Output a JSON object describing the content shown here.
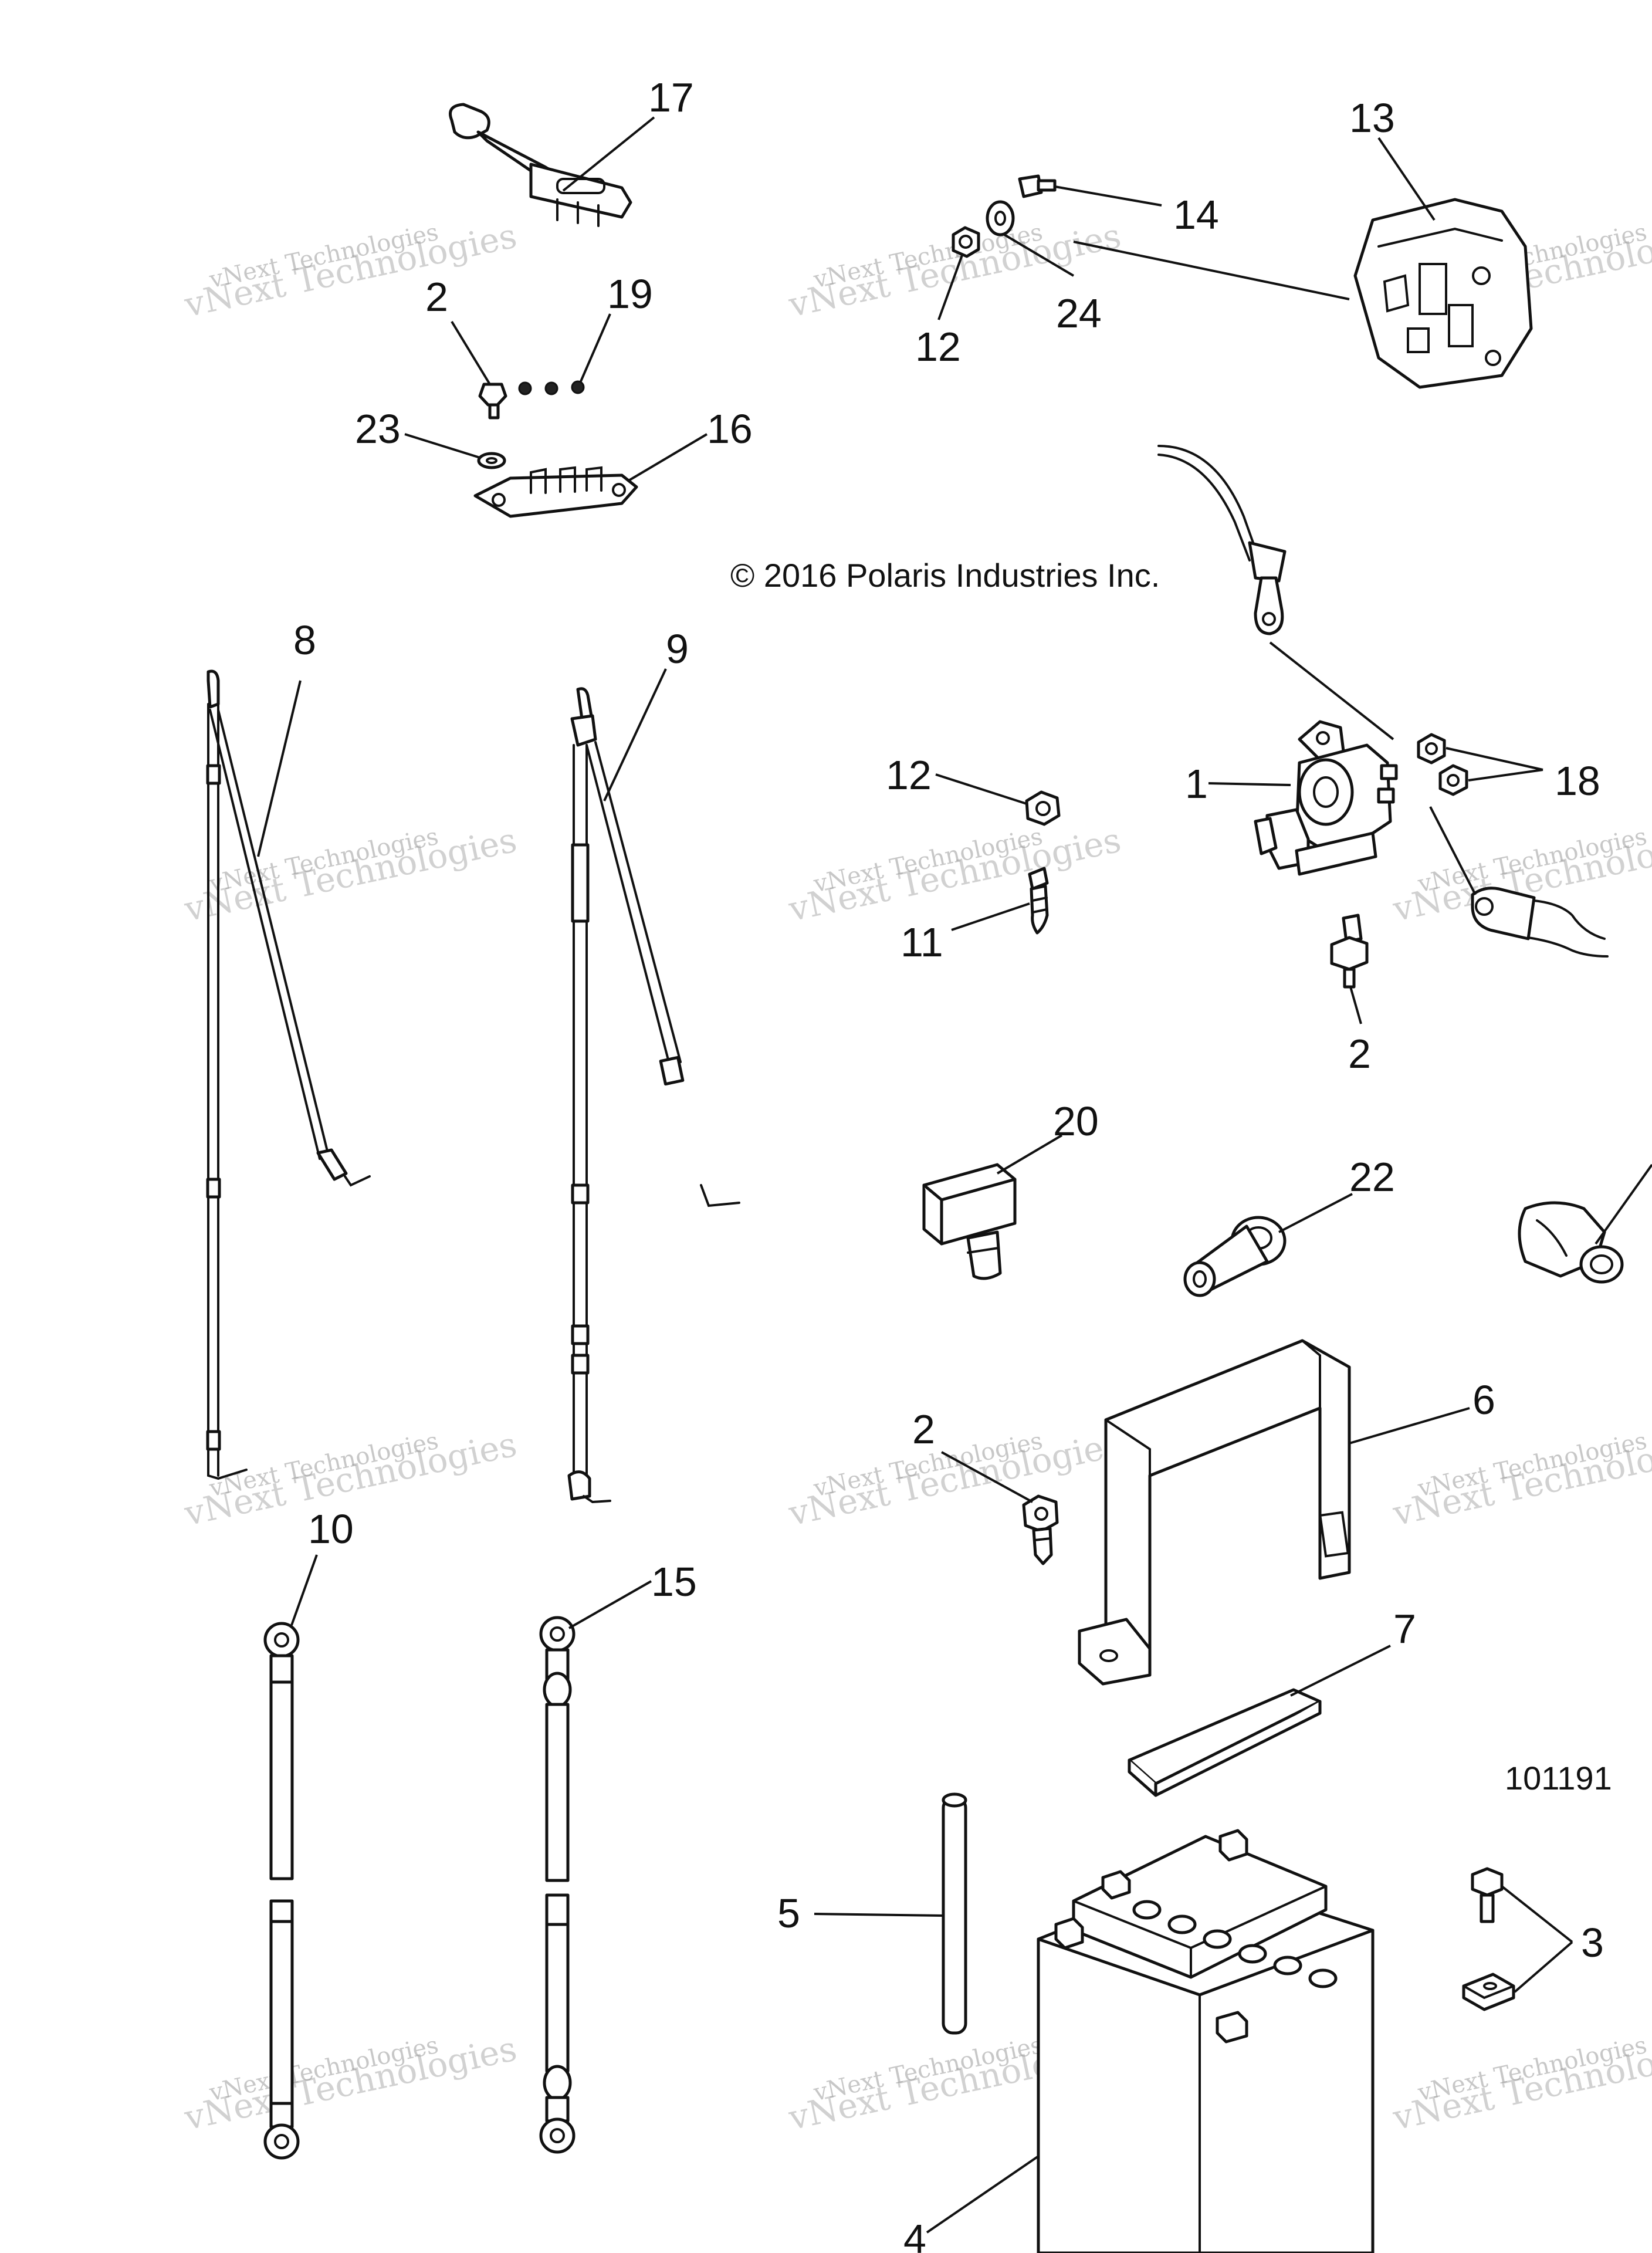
{
  "copyright": "© 2016 Polaris Industries Inc.",
  "drawing_number": "101191",
  "watermark": {
    "line1": "vNext Technologies",
    "line2": "vNext Technologies"
  },
  "callouts": [
    "1",
    "2",
    "2",
    "2",
    "3",
    "4",
    "5",
    "6",
    "7",
    "8",
    "9",
    "10",
    "11",
    "12",
    "12",
    "13",
    "14",
    "15",
    "16",
    "17",
    "18",
    "19",
    "20",
    "22",
    "23",
    "24"
  ]
}
